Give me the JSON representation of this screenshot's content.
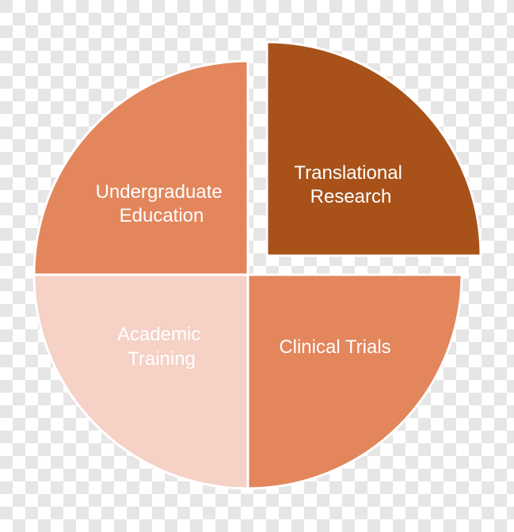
{
  "colors": {
    "background_checker_light": "#ffffff",
    "background_checker_dark": "#e6e6e6",
    "segment_outline": "#ffffff",
    "undergraduate_education": "#e3865c",
    "translational_research": "#a85219",
    "academic_training": "#f5d1c6",
    "clinical_trials": "#e3865c"
  },
  "diagram": {
    "segments": [
      {
        "key": "undergraduate_education",
        "label_lines": [
          "Undergraduate",
          "Education"
        ]
      },
      {
        "key": "translational_research",
        "label_lines": [
          "Translational",
          "Research"
        ]
      },
      {
        "key": "academic_training",
        "label_lines": [
          "Academic",
          "Training"
        ]
      },
      {
        "key": "clinical_trials",
        "label_lines": [
          "Clinical Trials"
        ]
      }
    ]
  }
}
